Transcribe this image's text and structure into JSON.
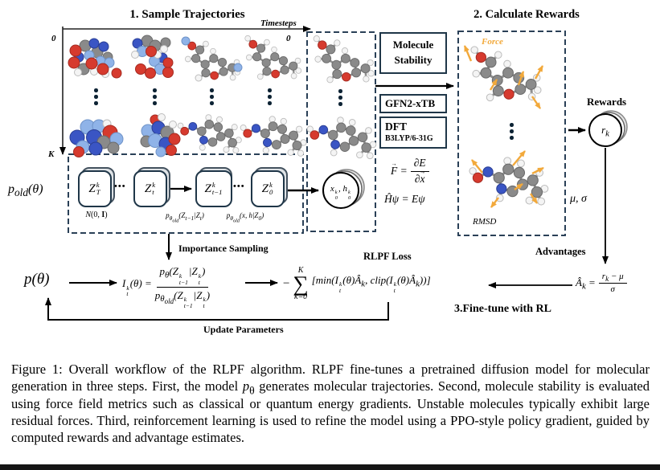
{
  "colors": {
    "dash_border": "#2a4057",
    "solid_box_border": "#1f3648",
    "force_orange": "#f2a93b",
    "dot_navy": "#0d2334"
  },
  "step1": {
    "title": "1. Sample Trajectories",
    "axis": {
      "timesteps": "Timesteps",
      "zero_left": "0",
      "zero_right": "0",
      "k": "K"
    },
    "p_old": "p<sub>old</sub>(θ)",
    "ellipsis_h": "•••",
    "chain": {
      "z_T": "Z<span class='ss'><span>k</span><span>T</span></span>",
      "z_t": "Z<span class='ss'><span>k</span><span>t</span></span>",
      "z_tm1": "Z<span class='ss'><span>k</span><span>t−1</span></span>",
      "z_0": "Z<span class='ss'><span>k</span><span>0</span></span>",
      "n01": "<i>N</i>(0, <b>I</b>)",
      "p_trans": "p<sub>θ<sub>old</sub></sub>(Z<sub>t−1</sub>|Z<sub>t</sub>)",
      "p_final": "p<sub>θ<sub>old</sub></sub>(x, h|Z<sub>0</sub>)",
      "x0h0": "x<span class='ss'><span>k</span><span>0</span></span>, h<span class='ss'><span>k</span><span>0</span></span>"
    },
    "importance_sampling": "Importance Sampling"
  },
  "step2": {
    "title": "2. Calculate Rewards",
    "stability_line1": "Molecule",
    "stability_line2": "Stability",
    "gfn2": "GFN2-xTB",
    "dft": "DFT",
    "dft_basis": "B3LYP/6-31G",
    "force_eq": {
      "lhs": "<span class='vec'>F</span> =",
      "num": "∂E",
      "den": "∂<span class='vec'>x</span>"
    },
    "schrodinger": "Ĥψ = Eψ",
    "force_label": "Force",
    "rmsd": "RMSD",
    "rewards": "Rewards",
    "r_k": "r<sub>k</sub>",
    "mu_sigma": "μ, σ"
  },
  "step3": {
    "label": "3.Fine-tune with RL",
    "advantages": "Advantages",
    "rlpf_loss": "RLPF Loss",
    "update_parameters": "Update Parameters",
    "p_theta": "p(θ)",
    "ratio": {
      "lhs": "I<span class='ss'><span>k</span><span>t</span></span>(θ) =",
      "num": "p<sub>θ</sub>(Z<span class='ss'><span>k</span><span>t−1</span></span>|Z<span class='ss'><span>k</span><span>t</span></span>)",
      "den": "p<sub>θ<sub>old</sub></sub>(Z<span class='ss'><span>k</span><span>t−1</span></span>|Z<span class='ss'><span>k</span><span>t</span></span>)"
    },
    "loss": {
      "prefix": "−",
      "sum_top": "K",
      "sum_sym": "∑",
      "sum_bot": "k=0",
      "body": "[min(I<span class='ss'><span>k</span><span>t</span></span>(θ)Â<sub>k</sub>, clip(I<span class='ss'><span>k</span><span>t</span></span>(θ)Â<sub>k</sub>))]"
    },
    "advantage_eq": {
      "lhs": "Â<sub>k</sub> =",
      "num": "r<sub>k</sub> − μ",
      "den": "σ"
    }
  },
  "caption": {
    "html": "Figure 1: Overall workflow of the RLPF algorithm. RLPF fine-tunes a pretrained diffusion model for molecular generation in three steps. First, the model <i>p</i><sub>θ</sub> generates molecular trajectories. Second, molecule stability is evaluated using force field metrics such as classical or quantum energy gradients. Unstable molecules typically exhibit large residual forces. Third, reinforcement learning is used to refine the model using a PPO-style policy gradient, guided by computed rewards and advantage estimates."
  }
}
